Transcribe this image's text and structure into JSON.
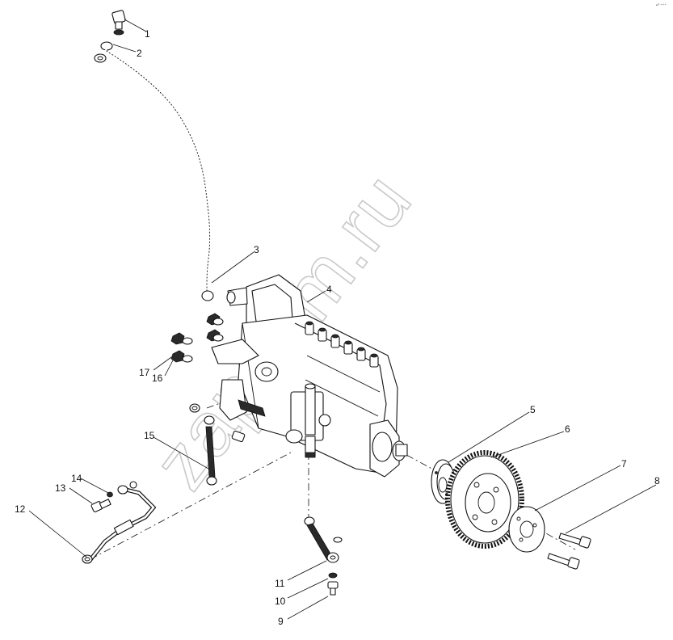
{
  "watermark": "zapzam.ru",
  "corner_mark": "•⁰ ⁺⁺⁺",
  "callouts": {
    "c1": "1",
    "c2": "2",
    "c3": "3",
    "c4": "4",
    "c5": "5",
    "c6": "6",
    "c7": "7",
    "c8": "8",
    "c9": "9",
    "c10": "10",
    "c11": "11",
    "c12": "12",
    "c13": "13",
    "c14": "14",
    "c15": "15",
    "c16": "16",
    "c17": "17"
  },
  "colors": {
    "ink": "#111111",
    "background": "#ffffff",
    "watermark": "#c9c9c9"
  }
}
